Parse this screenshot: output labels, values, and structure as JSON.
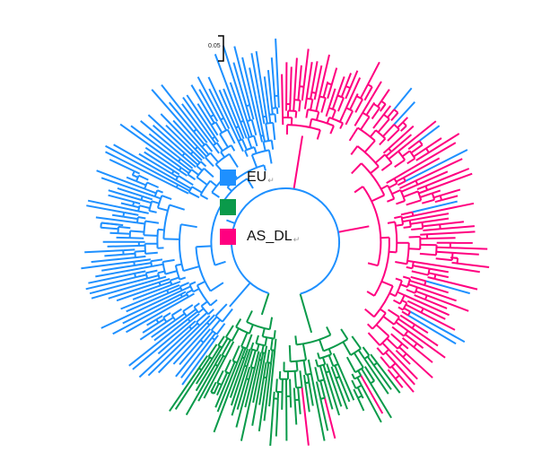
{
  "colors": {
    "eu": "#1e90ff",
    "green": "#0a9a4a",
    "as_dl": "#ff0080",
    "scale": "#000000"
  },
  "scale_bar": {
    "label": "0.05"
  },
  "legend": {
    "items": [
      {
        "key": "eu",
        "label": "EU",
        "color": "#1e90ff",
        "return_mark": "↵"
      },
      {
        "key": "green",
        "label": "",
        "color": "#0a9a4a",
        "return_mark": ""
      },
      {
        "key": "as_dl",
        "label": "AS_DL",
        "color": "#ff0080",
        "return_mark": "↵"
      }
    ]
  }
}
